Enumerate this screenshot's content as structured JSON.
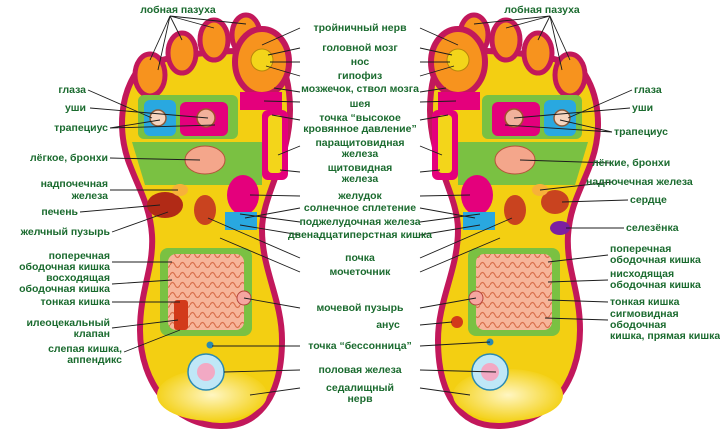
{
  "center_labels": {
    "trigeminal_nerve": "тройничный нерв",
    "brain": "головной мозг",
    "nose": "нос",
    "pituitary": "гипофиз",
    "cerebellum_brainstem": "мозжечок, ствол мозга",
    "neck": "шея",
    "high_bp_point_1": "точка “высокое",
    "high_bp_point_2": "кровянное давление”",
    "parathyroid_1": "паращитовидная",
    "parathyroid_2": "железа",
    "thyroid_1": "щитовидная",
    "thyroid_2": "железа",
    "stomach": "желудок",
    "solar_plexus": "солнечное сплетение",
    "pancreas": "поджелудочная железа",
    "duodenum": "двенадцатиперстная кишка",
    "kidney": "почка",
    "ureter": "мочеточник",
    "bladder": "мочевой пузырь",
    "anus": "анус",
    "insomnia_point": "точка “бессонница”",
    "sex_gland": "половая железа",
    "sciatic_nerve_1": "седалищный",
    "sciatic_nerve_2": "нерв"
  },
  "left_labels": {
    "frontal_sinus": "лобная пазуха",
    "eyes": "глаза",
    "ears": "уши",
    "trapezius": "трапециус",
    "lung_bronchi": "лёгкое, бронхи",
    "adrenal_1": "надпочечная",
    "adrenal_2": "железа",
    "liver": "печень",
    "gallbladder": "желчный пузырь",
    "transverse_colon_1": "поперечная",
    "transverse_colon_2": "ободочная кишка",
    "ascending_colon_1": "восходящая",
    "ascending_colon_2": "ободочная кишка",
    "small_intestine": "тонкая кишка",
    "ileocecal_1": "илеоцекальный",
    "ileocecal_2": "клапан",
    "cecum_1": "слепая кишка,",
    "cecum_2": "аппендикс"
  },
  "right_labels": {
    "frontal_sinus": "лобная пазуха",
    "eyes": "глаза",
    "ears": "уши",
    "trapezius": "трапециус",
    "lungs_bronchi": "лёгкие, бронхи",
    "adrenal": "надпочечная железа",
    "heart": "сердце",
    "spleen": "селезёнка",
    "transverse_colon_1": "поперечная",
    "transverse_colon_2": "ободочная кишка",
    "descending_colon_1": "нисходящая",
    "descending_colon_2": "ободочная кишка",
    "small_intestine": "тонкая кишка",
    "sigmoid_1": "сигмовидная",
    "sigmoid_2": "ободочная",
    "sigmoid_3": "кишка, прямая кишка"
  },
  "colors": {
    "label_text": "#1b6b2f",
    "foot_outline": "#c2185b",
    "foot_fill": "#f3cf12",
    "toe_fill": "#f7931e",
    "green_zone": "#7ac142",
    "magenta_zone": "#e4007c",
    "blue_zone": "#29a8e0",
    "intestine": "#f4a68b",
    "organ_red": "#d23a1a"
  }
}
